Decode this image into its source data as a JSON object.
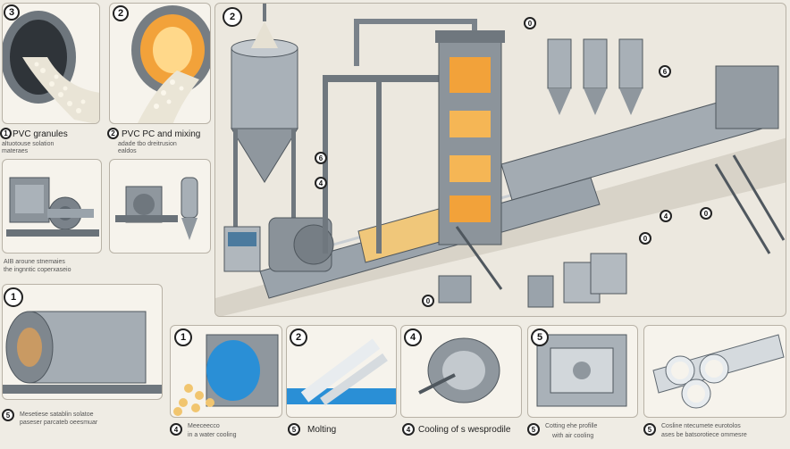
{
  "steps": {
    "top_left_1": {
      "badge": "3",
      "caption": "PVC granules",
      "sub": "altuotouse solation",
      "sub2": "materaes"
    },
    "top_left_2": {
      "badge": "2",
      "caption": "PVC PC and mixing",
      "sub": "adade tbo dreitrusion",
      "sub2": "ealdos"
    },
    "main": {
      "badge": "2"
    },
    "mid_left": {
      "caption": "AIB aroune stnemaies",
      "sub": "the ingnntic coperxaseio"
    },
    "bottom_big": {
      "badge": "1",
      "caption": "Mesetiese satablin solatoe",
      "sub": "paseser parcateb oeesmuar"
    },
    "bottom_2": {
      "badge": "1",
      "caption": "Meeceecco",
      "sub": "in a water cooling"
    },
    "bottom_3": {
      "badge": "2",
      "caption": "Molting"
    },
    "bottom_4": {
      "badge": "4",
      "caption": "Cooling of s wesprodile"
    },
    "bottom_5": {
      "badge": "5",
      "caption": "Cotting ehe profille",
      "sub": "with air cooling"
    },
    "bottom_6": {
      "caption": "Cosline ntecumete eurotolos",
      "sub": "ases be batsorotiece ommesre"
    }
  },
  "callouts": [
    "0",
    "6",
    "4",
    "6",
    "4",
    "0",
    "0",
    "0"
  ],
  "colors": {
    "steel": "#9aa3ab",
    "steel_dark": "#5f6870",
    "glow": "#f2a23a",
    "water": "#2a8fd6",
    "granule": "#f1e7c8",
    "bg": "#efece4"
  }
}
